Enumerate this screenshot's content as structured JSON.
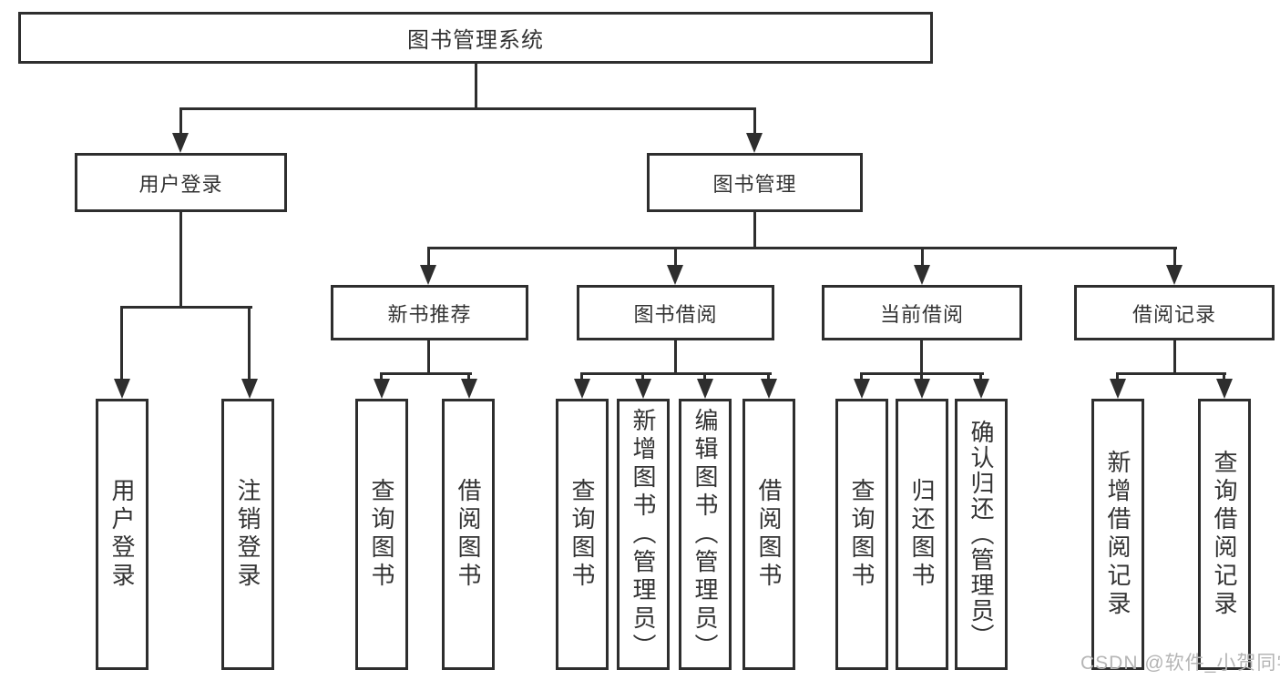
{
  "colors": {
    "line": "#2e2e2e",
    "text": "#333333",
    "box_background": "#ffffff",
    "watermark": "#b5b5b5"
  },
  "tree": {
    "root": {
      "label": "图书管理系统"
    },
    "branches": [
      {
        "label": "用户登录",
        "children": [
          {
            "label": "用户登录"
          },
          {
            "label": "注销登录"
          }
        ]
      },
      {
        "label": "图书管理",
        "children": [
          {
            "label": "新书推荐",
            "children": [
              {
                "label": "查询图书"
              },
              {
                "label": "借阅图书"
              }
            ]
          },
          {
            "label": "图书借阅",
            "children": [
              {
                "label": "查询图书"
              },
              {
                "label": "新增图书（管理员）"
              },
              {
                "label": "编辑图书（管理员）"
              },
              {
                "label": "借阅图书"
              }
            ]
          },
          {
            "label": "当前借阅",
            "children": [
              {
                "label": "查询图书"
              },
              {
                "label": "归还图书"
              },
              {
                "label": "确认归还（管理员）"
              }
            ]
          },
          {
            "label": "借阅记录",
            "children": [
              {
                "label": "新增借阅记录"
              },
              {
                "label": "查询借阅记录"
              }
            ]
          }
        ]
      }
    ]
  },
  "watermark": {
    "text": "CSDN @软件_小贺同学"
  }
}
